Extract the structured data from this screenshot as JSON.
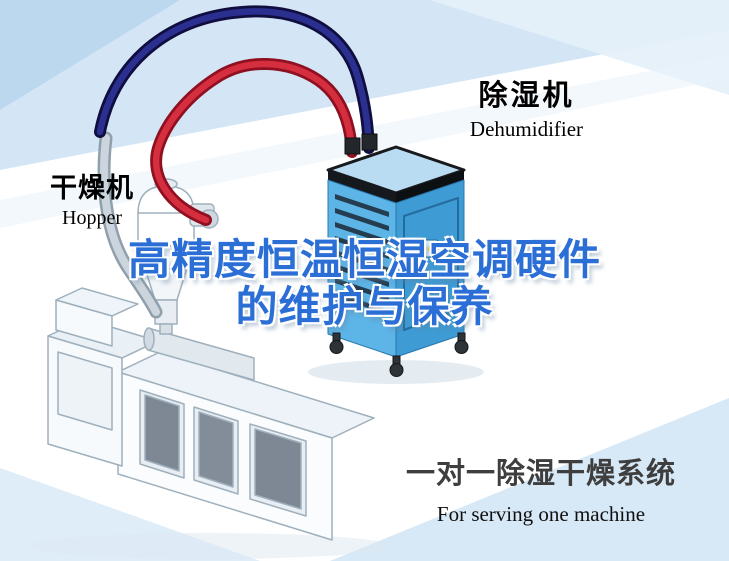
{
  "poster": {
    "labels": {
      "hopper": {
        "zh": "干燥机",
        "en": "Hopper"
      },
      "dehumidifier": {
        "zh": "除湿机",
        "en": "Dehumidifier"
      }
    },
    "title": {
      "line1": "高精度恒温恒湿空调硬件",
      "line2": "的维护与保养"
    },
    "caption": {
      "zh": "一对一除湿干燥系统",
      "en": "For serving one machine"
    },
    "colors": {
      "title_blue": "#2b6fd6",
      "caption_dark": "#3e3e3e",
      "red_hose": "#d52e3f",
      "navy_hose": "#2b2f8f",
      "dehumidifier_body": "#5db4e6",
      "background_tint": "#cde2f4"
    },
    "illustration_parts": [
      "hopper-dryer",
      "dehumidifier-unit",
      "injection-molding-machine",
      "red-hose",
      "navy-hose",
      "return-duct"
    ]
  }
}
